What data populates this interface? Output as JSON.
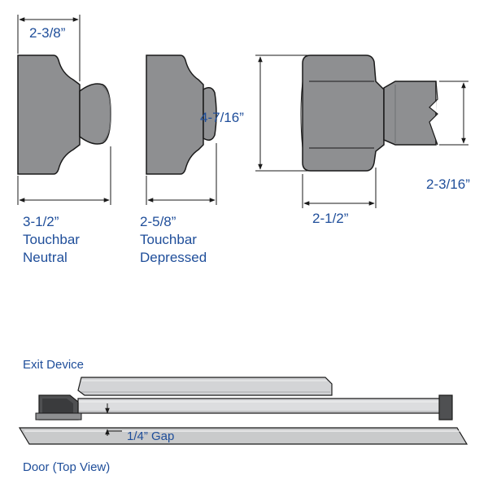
{
  "colors": {
    "label": "#1f4e9a",
    "line": "#1a1a1a",
    "part_fill": "#8e8f91",
    "part_dark": "#6f7072",
    "bar_light": "#d8d9da",
    "door_fill": "#c9cacb"
  },
  "profiles": {
    "top_dimension": "2-3/8”",
    "neutral": {
      "dimension": "3-1/2”",
      "line1": "Touchbar",
      "line2": "Neutral"
    },
    "depressed": {
      "dimension": "2-5/8”",
      "line1": "Touchbar",
      "line2": "Depressed"
    },
    "end_view": {
      "height_dimension": "4-7/16”",
      "width_dimension": "2-1/2”",
      "rail_dimension": "2-3/16”"
    }
  },
  "top_view": {
    "device_label": "Exit Device",
    "gap_label": "1/4” Gap",
    "door_label": "Door (Top View)"
  }
}
